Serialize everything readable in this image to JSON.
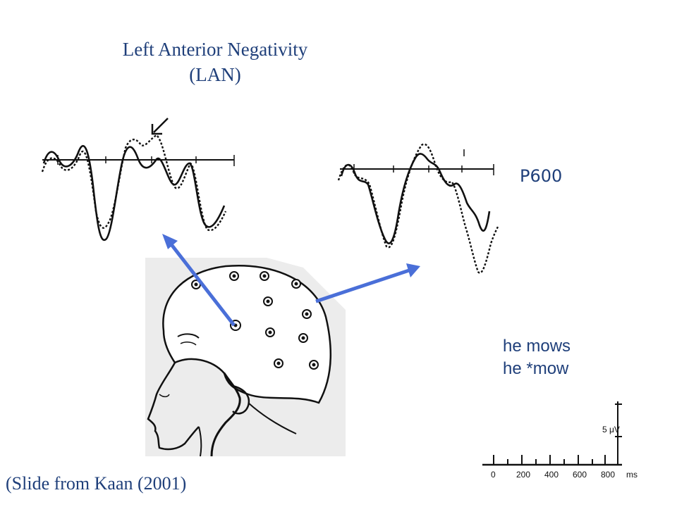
{
  "title": {
    "line1": "Left Anterior Negativity",
    "line2": "(LAN)"
  },
  "component_label": "P600",
  "conditions": [
    "he mows",
    "he *mow"
  ],
  "credit": "(Slide from Kaan (2001)",
  "scale": {
    "amplitude_label": "5 μV",
    "time_unit": "ms",
    "ticks": [
      "0",
      "200",
      "400",
      "600",
      "800"
    ]
  },
  "colors": {
    "text": "#1f3f7a",
    "arrow": "#4a6fd8",
    "ink": "#111111"
  },
  "icons": [
    "arrow-down-left-icon"
  ]
}
